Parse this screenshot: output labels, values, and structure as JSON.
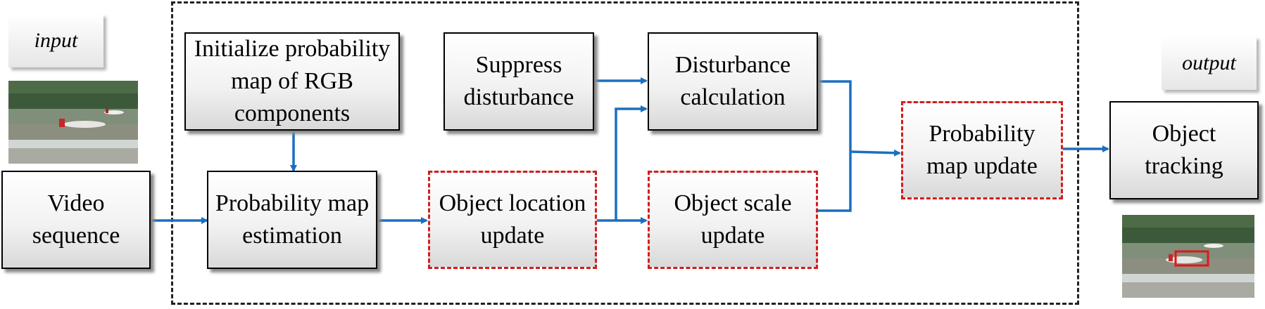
{
  "labels": {
    "input": "input",
    "output": "output"
  },
  "boxes": {
    "video_sequence": "Video sequence",
    "initialize": "Initialize probability map of RGB components",
    "prob_estimation": "Probability map estimation",
    "suppress": "Suppress disturbance",
    "disturbance_calc": "Disturbance calculation",
    "object_location": "Object location update",
    "object_scale": "Object scale update",
    "prob_update": "Probability map update",
    "object_tracking": "Object tracking"
  },
  "colors": {
    "arrow": "#1a6fc2",
    "dashed_border": "#d41c1c"
  }
}
